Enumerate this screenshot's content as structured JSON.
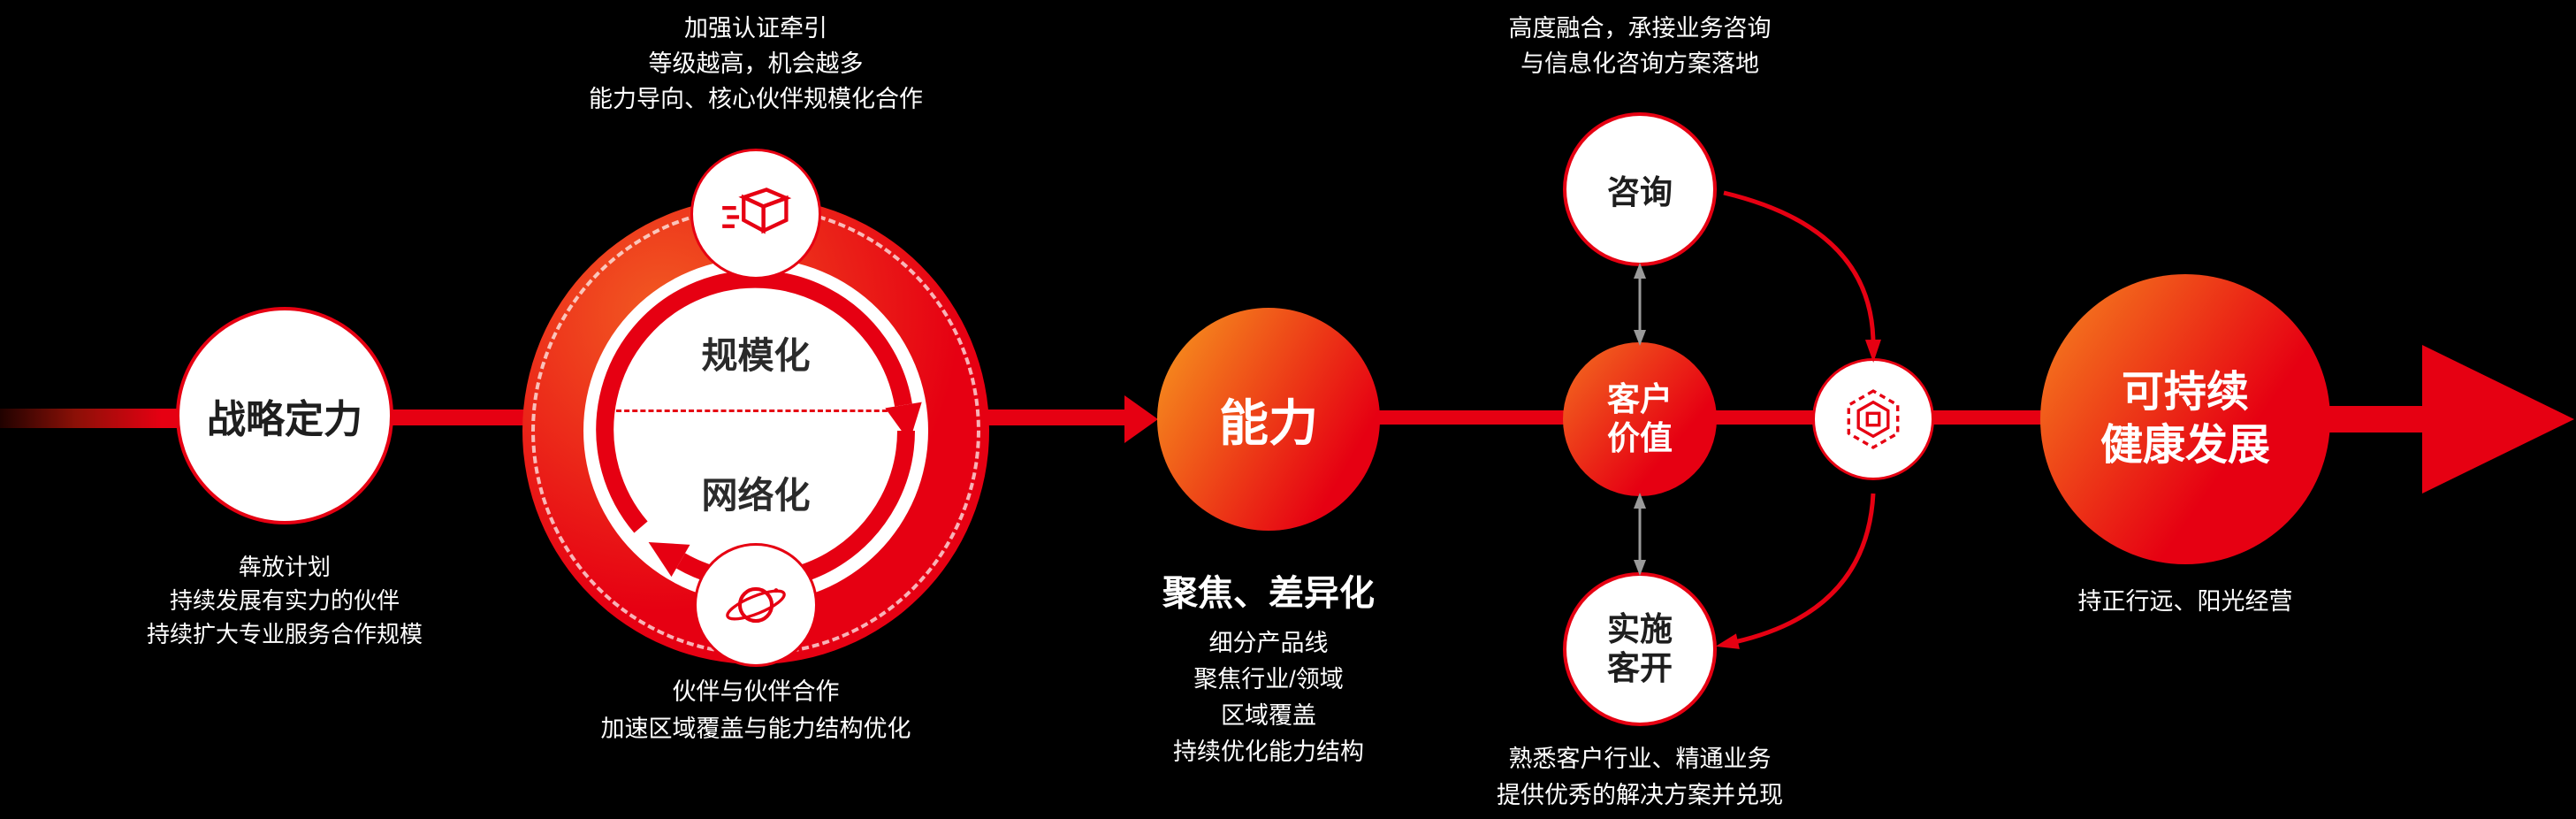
{
  "colors": {
    "background": "#000000",
    "red": "#e60012",
    "orange": "#f6881f",
    "gray_arrow": "#9a9a9a",
    "text_light": "#ffffff",
    "text_dark": "#1e1e1e"
  },
  "flow": {
    "stage1": {
      "title": "战略定力",
      "notes": [
        "犇放计划",
        "持续发展有实力的伙伴",
        "持续扩大专业服务合作规模"
      ]
    },
    "stage2": {
      "top_notes": [
        "加强认证牵引",
        "等级越高，机会越多",
        "能力导向、核心伙伴规模化合作"
      ],
      "scale_label": "规模化",
      "network_label": "网络化",
      "bottom_notes": [
        "伙伴与伙伴合作",
        "加速区域覆盖与能力结构优化"
      ],
      "top_icon": "shipping-box-icon",
      "bottom_icon": "planet-icon"
    },
    "stage3": {
      "title": "能力",
      "headline": "聚焦、差异化",
      "notes": [
        "细分产品线",
        "聚焦行业/领域",
        "区域覆盖",
        "持续优化能力结构"
      ]
    },
    "stage4": {
      "center_line1": "客户",
      "center_line2": "价值",
      "consult_label": "咨询",
      "impl_line1": "实施",
      "impl_line2": "客开",
      "hub_icon": "hexagon-platform-icon",
      "top_notes": [
        "高度融合，承接业务咨询",
        "与信息化咨询方案落地"
      ],
      "bottom_notes": [
        "熟悉客户行业、精通业务",
        "提供优秀的解决方案并兑现"
      ]
    },
    "stage5": {
      "title_line1": "可持续",
      "title_line2": "健康发展",
      "note": "持正行远、阳光经营"
    }
  }
}
